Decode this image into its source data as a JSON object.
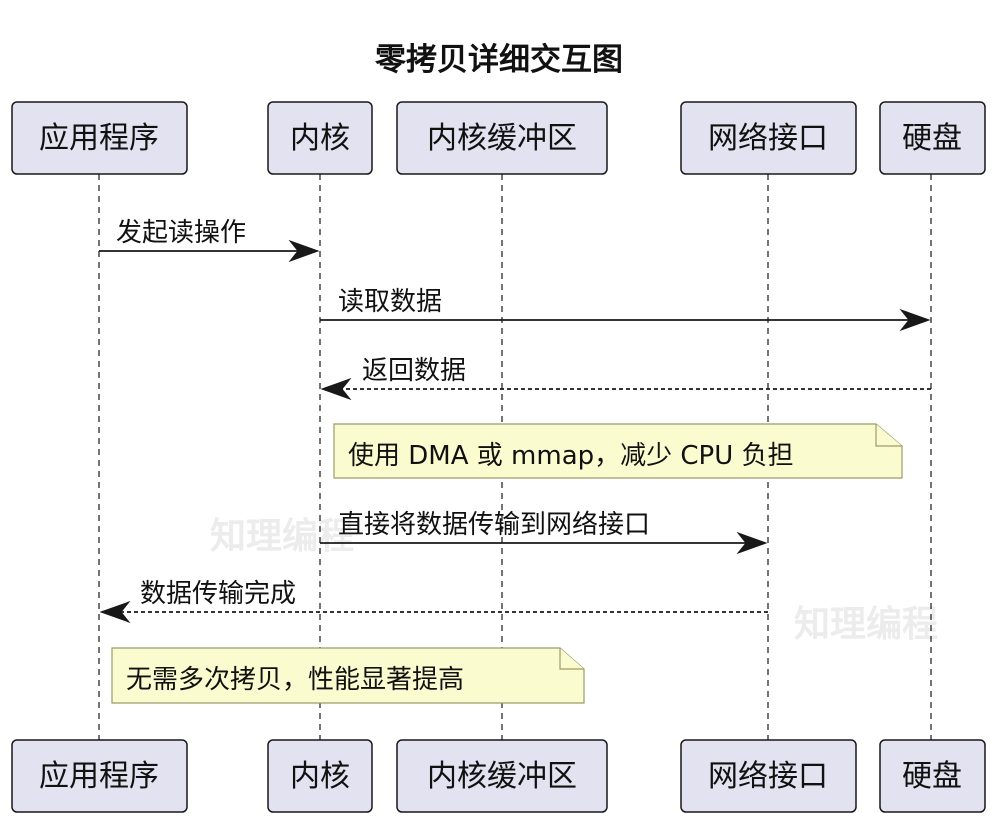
{
  "title": "零拷贝详细交互图",
  "participants": [
    {
      "id": "app",
      "label": "应用程序"
    },
    {
      "id": "kernel",
      "label": "内核"
    },
    {
      "id": "kbuf",
      "label": "内核缓冲区"
    },
    {
      "id": "net",
      "label": "网络接口"
    },
    {
      "id": "disk",
      "label": "硬盘"
    }
  ],
  "messages": [
    {
      "from": "app",
      "to": "kernel",
      "label": "发起读操作",
      "style": "solid"
    },
    {
      "from": "kernel",
      "to": "disk",
      "label": "读取数据",
      "style": "solid"
    },
    {
      "from": "disk",
      "to": "kernel",
      "label": "返回数据",
      "style": "dashed"
    },
    {
      "from": "kernel",
      "to": "net",
      "label": "直接将数据传输到网络接口",
      "style": "solid"
    },
    {
      "from": "net",
      "to": "app",
      "label": "数据传输完成",
      "style": "dashed"
    }
  ],
  "notes": [
    {
      "text": "使用 DMA 或 mmap，减少 CPU 负担",
      "anchor": "kernel"
    },
    {
      "text": "无需多次拷贝，性能显著提高",
      "anchor": "app"
    }
  ],
  "watermarks": [
    "知理编程",
    "知理编程"
  ],
  "colors": {
    "participant_fill": "#e2e2f0",
    "participant_border": "#181818",
    "note_fill": "#fbfbd0",
    "note_border": "#9b9b6a",
    "line": "#181818",
    "watermark": "#ececec"
  }
}
